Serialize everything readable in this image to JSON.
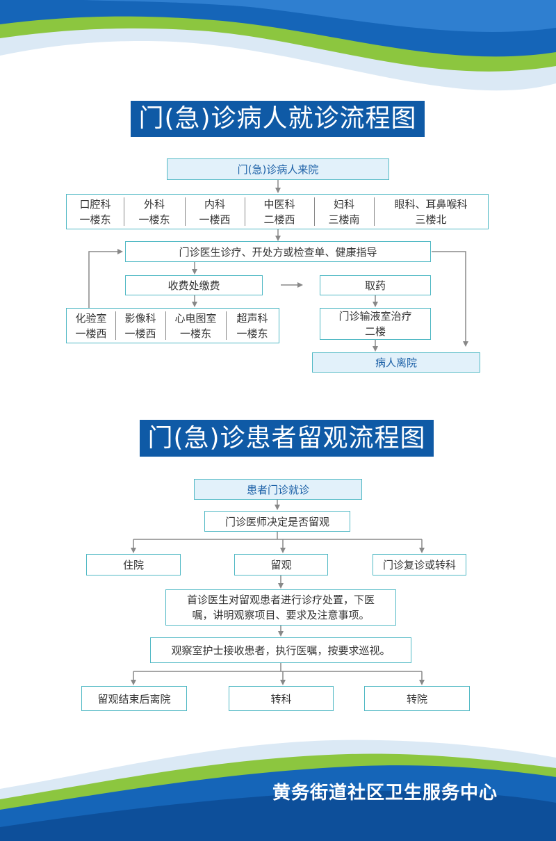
{
  "colors": {
    "banner": "#0f5aa6",
    "box_border": "#4fb8c4",
    "box_shade": "#e2f1fa",
    "wave_blue": "#1565b8",
    "wave_green": "#8cc63f"
  },
  "section1": {
    "title": "门(急)诊病人就诊流程图",
    "arrive": "门(急)诊病人来院",
    "departments": [
      {
        "name": "口腔科",
        "location": "一楼东"
      },
      {
        "name": "外科",
        "location": "一楼东"
      },
      {
        "name": "内科",
        "location": "一楼西"
      },
      {
        "name": "中医科",
        "location": "二楼西"
      },
      {
        "name": "妇科",
        "location": "三楼南"
      },
      {
        "name": "眼科、耳鼻喉科",
        "location": "三楼北"
      }
    ],
    "doctor": "门诊医生诊疗、开处方或检查单、健康指导",
    "payment": "收费处缴费",
    "pharmacy": "取药",
    "exams": [
      {
        "name": "化验室",
        "location": "一楼西"
      },
      {
        "name": "影像科",
        "location": "一楼西"
      },
      {
        "name": "心电图室",
        "location": "一楼东"
      },
      {
        "name": "超声科",
        "location": "一楼东"
      }
    ],
    "infusion": {
      "line1": "门诊输液室治疗",
      "line2": "二楼"
    },
    "leave": "病人离院"
  },
  "section2": {
    "title": "门(急)诊患者留观流程图",
    "visit": "患者门诊就诊",
    "decide": "门诊医师决定是否留观",
    "options": [
      "住院",
      "留观",
      "门诊复诊或转科"
    ],
    "first_doctor": {
      "line1": "首诊医生对留观患者进行诊疗处置，下医",
      "line2": "嘱，讲明观察项目、要求及注意事项。"
    },
    "nurse": "观察室护士接收患者，执行医嘱，按要求巡视。",
    "outcomes": [
      "留观结束后离院",
      "转科",
      "转院"
    ]
  },
  "footer": {
    "org": "黄务街道社区卫生服务中心"
  }
}
